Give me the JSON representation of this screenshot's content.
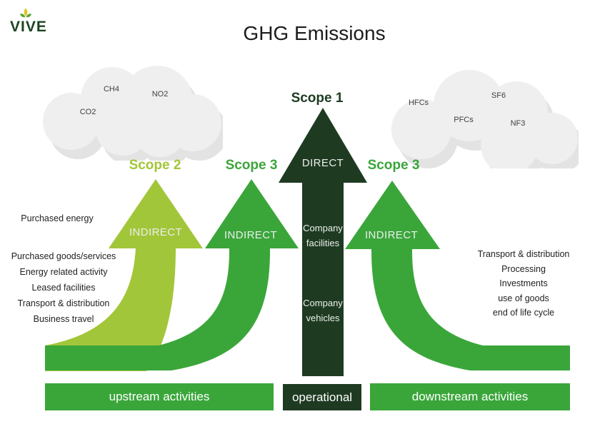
{
  "brand": "VIVE",
  "title": "GHG Emissions",
  "clouds": {
    "left_gases": [
      "CO2",
      "CH4",
      "NO2"
    ],
    "right_gases": [
      "HFCs",
      "SF6",
      "PFCs",
      "NF3"
    ]
  },
  "scopes": {
    "scope2_label": "Scope 2",
    "scope3_up_label": "Scope 3",
    "scope1_label": "Scope 1",
    "scope3_down_label": "Scope 3",
    "direct": "DIRECT",
    "indirect": "INDIRECT",
    "company_facilities": "Company facilities",
    "company_vehicles": "Company vehicles"
  },
  "scope2_items": [
    "Purchased energy"
  ],
  "scope3_up_items": [
    "Purchased goods/services",
    "Energy related activity",
    "Leased facilities",
    "Transport & distribution",
    "Business travel"
  ],
  "scope3_down_items": [
    "Transport & distribution",
    "Processing",
    "Investments",
    "use of goods",
    "end of life cycle"
  ],
  "bars": {
    "upstream": "upstream activities",
    "operational": "operational",
    "downstream": "downstream activities"
  },
  "colors": {
    "green": "#3aa63a",
    "light_green": "#a2c639",
    "dark_green": "#1e3b22",
    "cloud": "#efefef",
    "cloud_shadow": "#e3e3e3"
  }
}
